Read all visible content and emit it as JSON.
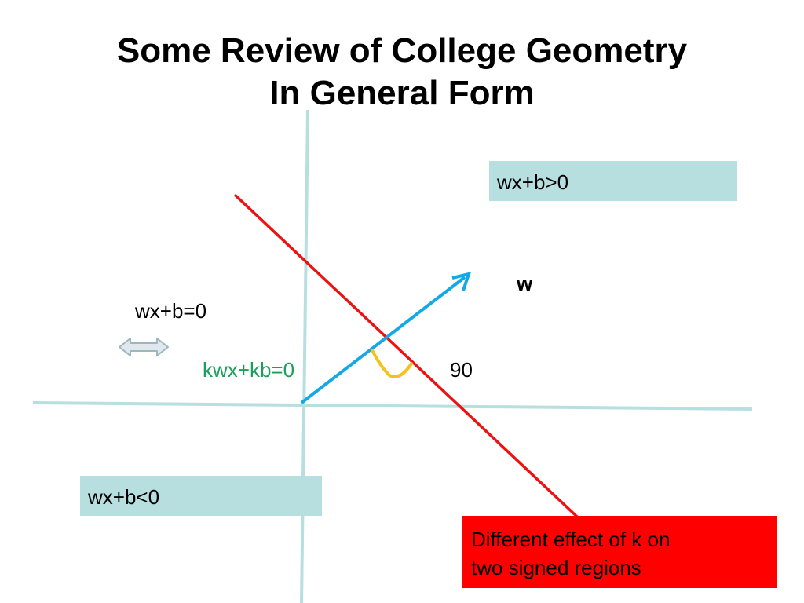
{
  "title": {
    "line1": "Some Review of College Geometry",
    "line2": "In General Form"
  },
  "regions": {
    "positive": "wx+b>0",
    "negative": "wx+b<0"
  },
  "labels": {
    "line_equation": "wx+b=0",
    "scaled_equation": "kwx+kb=0",
    "vector": "w",
    "angle": "90"
  },
  "callout": {
    "line1": "Different effect of k on",
    "line2": "two signed regions"
  },
  "colors": {
    "axis": "#b7dfe0",
    "boundary_line": "#ee1111",
    "normal_vector": "#13a8e6",
    "angle_marker": "#f5c21b",
    "scaled_equation": "#1aa05a",
    "region_box": "#b7dfe0",
    "callout_bg": "#ff0000",
    "double_arrow": "#9fb6be"
  },
  "icons": {
    "double_arrow": "left-right-arrow-icon"
  }
}
